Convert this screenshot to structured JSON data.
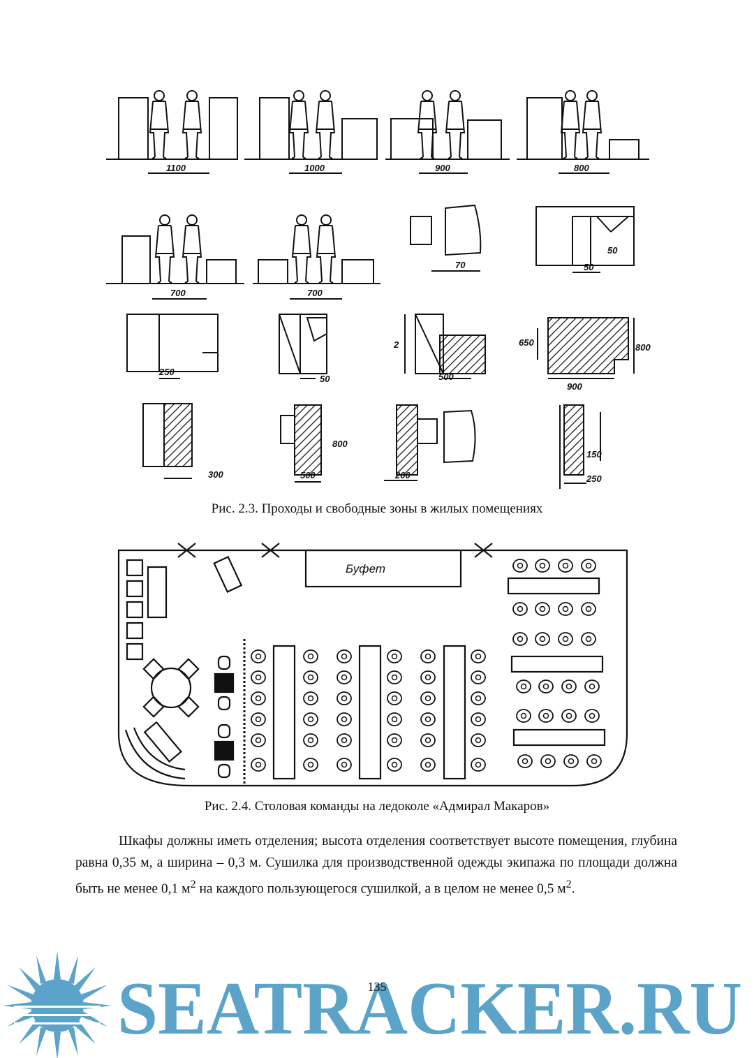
{
  "figure_2_3": {
    "caption": "Рис. 2.3. Проходы и свободные зоны в жилых помещениях",
    "dims": {
      "r1a": "1100",
      "r1b": "1000",
      "r1c": "900",
      "r1d": "800",
      "r2a": "700",
      "r2b": "700",
      "r2c": "70",
      "r2d1": "50",
      "r2d2": "50",
      "r3a": "250",
      "r3b": "50",
      "r3c1": "2",
      "r3c2": "500",
      "r3d1": "650",
      "r3d2": "800",
      "r3d3": "900",
      "r4a": "300",
      "r4b1": "800",
      "r4b2": "500",
      "r4c": "200",
      "r4d1": "150",
      "r4d2": "250"
    }
  },
  "figure_2_4": {
    "caption": "Рис. 2.4. Столовая команды на ледоколе «Адмирал Макаров»",
    "buffet_label": "Буфет"
  },
  "paragraph": {
    "l1": "Шкафы должны иметь отделения; высота отделения соответствует высоте помещения, глубина равна 0,35 м, а ширина – 0,3 м. Сушилка для производственной одежды экипажа по площади должна быть не менее 0,1 м",
    "sup1": "2",
    "l2": " на каждого пользующегося сушилкой, а в целом не менее 0,5 м",
    "sup2": "2",
    "l3": "."
  },
  "page_number": "135",
  "watermark": {
    "text": "SEATRACKER.RU",
    "color": "#5ba3c9"
  }
}
